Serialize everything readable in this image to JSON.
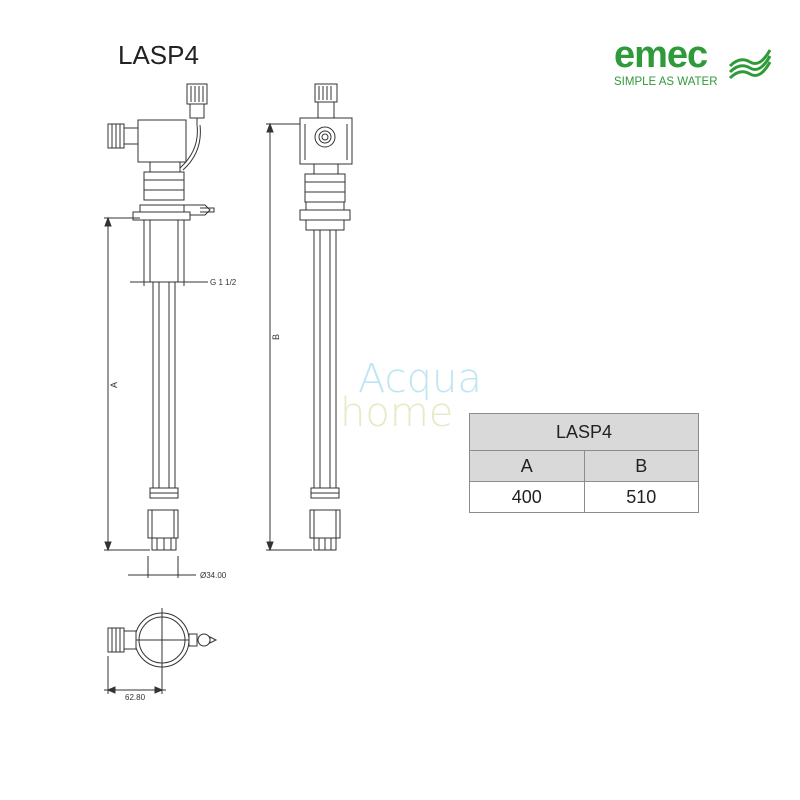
{
  "title": "LASP4",
  "logo": {
    "word": "emec",
    "tagline": "SIMPLE AS WATER",
    "color": "#2e9a3a"
  },
  "watermark": {
    "line1": "Acqua",
    "line2": "home"
  },
  "dimensions": {
    "thread": "G 1 1/2",
    "diameter": "Ø34.00",
    "width": "62.80",
    "label_a": "A",
    "label_b": "B"
  },
  "table": {
    "header": "LASP4",
    "columns": [
      "A",
      "B"
    ],
    "values": [
      "400",
      "510"
    ]
  }
}
